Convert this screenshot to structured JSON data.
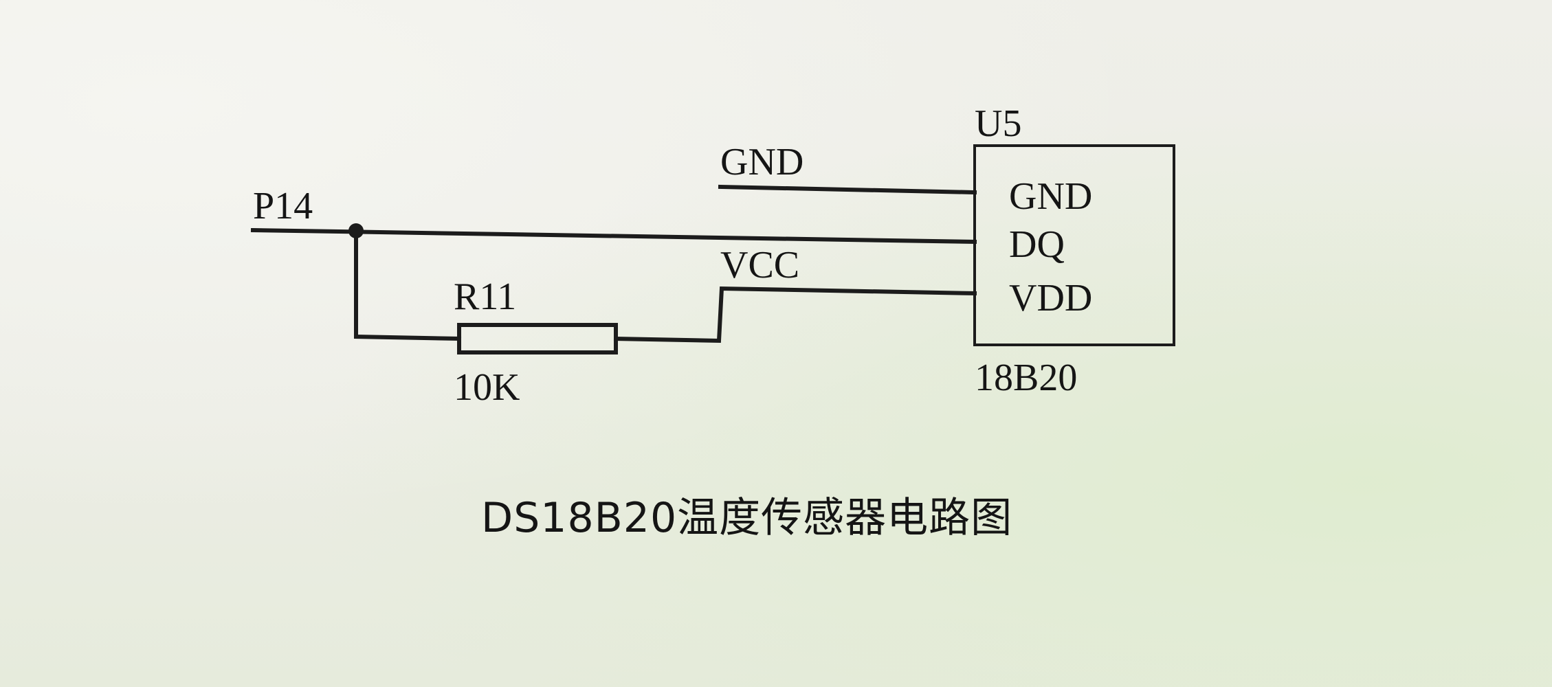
{
  "labels": {
    "chip_ref": "U5",
    "chip_part": "18B20",
    "pin_gnd": "GND",
    "pin_dq": "DQ",
    "pin_vdd": "VDD",
    "net_gnd": "GND",
    "net_vcc": "VCC",
    "net_p14": "P14",
    "resistor_ref": "R11",
    "resistor_value": "10K"
  },
  "title": "DS18B20温度传感器电路图"
}
